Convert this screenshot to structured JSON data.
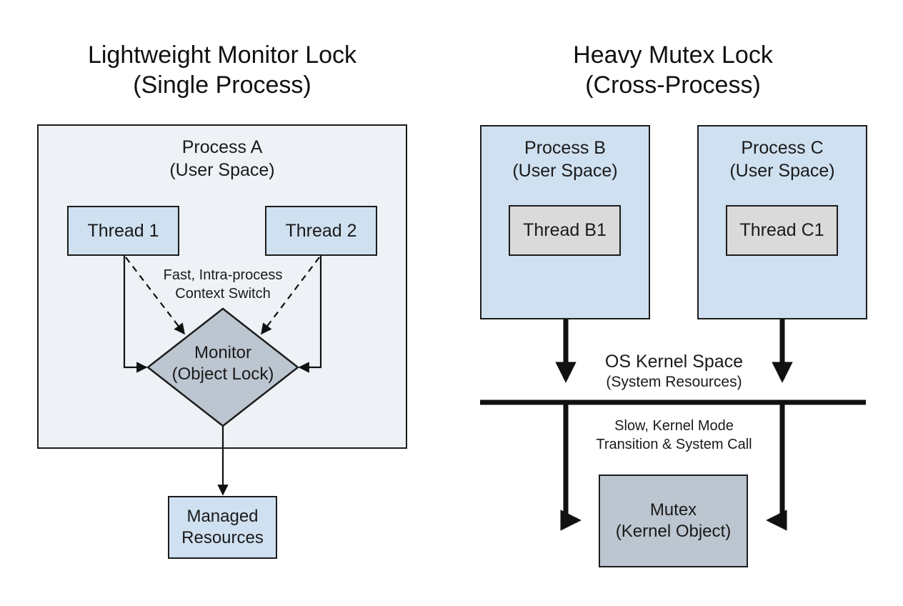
{
  "left": {
    "title": [
      "Lightweight Monitor Lock",
      "(Single Process)"
    ],
    "process": {
      "name": "Process A",
      "space": "(User Space)"
    },
    "thread1": "Thread 1",
    "thread2": "Thread 2",
    "switch_note": [
      "Fast, Intra-process",
      "Context Switch"
    ],
    "monitor": {
      "name": "Monitor",
      "detail": "(Object Lock)"
    },
    "resources": [
      "Managed",
      "Resources"
    ]
  },
  "right": {
    "title": [
      "Heavy Mutex Lock",
      "(Cross-Process)"
    ],
    "process_b": {
      "name": "Process B",
      "space": "(User Space)",
      "thread": "Thread B1"
    },
    "process_c": {
      "name": "Process C",
      "space": "(User Space)",
      "thread": "Thread C1"
    },
    "kernel": {
      "name": "OS Kernel Space",
      "detail": "(System Resources)"
    },
    "transition_note": [
      "Slow, Kernel Mode",
      "Transition & System Call"
    ],
    "mutex": {
      "name": "Mutex",
      "detail": "(Kernel Object)"
    }
  },
  "colors": {
    "light_panel": "#eef2f7",
    "blue_fill": "#cfe0f0",
    "grey_fill": "#dadada",
    "monitor_fill": "#bcc6d0",
    "line": "#111111"
  }
}
